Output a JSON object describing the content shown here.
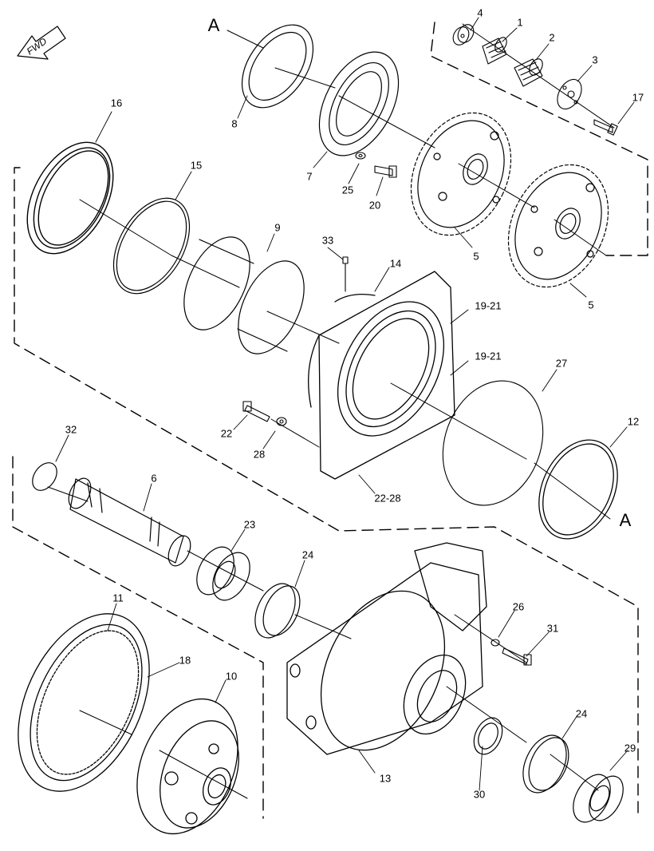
{
  "fwd_label": "FWD",
  "view_marker": "A",
  "view_marker_2": "A",
  "callouts": [
    {
      "id": "c4",
      "text": "4"
    },
    {
      "id": "c1",
      "text": "1"
    },
    {
      "id": "c2",
      "text": "2"
    },
    {
      "id": "c3",
      "text": "3"
    },
    {
      "id": "c17",
      "text": "17"
    },
    {
      "id": "c8",
      "text": "8"
    },
    {
      "id": "c7",
      "text": "7"
    },
    {
      "id": "c25",
      "text": "25"
    },
    {
      "id": "c20",
      "text": "20"
    },
    {
      "id": "c5a",
      "text": "5"
    },
    {
      "id": "c5b",
      "text": "5"
    },
    {
      "id": "c16",
      "text": "16"
    },
    {
      "id": "c15",
      "text": "15"
    },
    {
      "id": "c9",
      "text": "9"
    },
    {
      "id": "c33",
      "text": "33"
    },
    {
      "id": "c14",
      "text": "14"
    },
    {
      "id": "c1921a",
      "text": "19-21"
    },
    {
      "id": "c1921b",
      "text": "19-21"
    },
    {
      "id": "c27",
      "text": "27"
    },
    {
      "id": "c12",
      "text": "12"
    },
    {
      "id": "c22",
      "text": "22"
    },
    {
      "id": "c28",
      "text": "28"
    },
    {
      "id": "c2228",
      "text": "22-28"
    },
    {
      "id": "c32",
      "text": "32"
    },
    {
      "id": "c6",
      "text": "6"
    },
    {
      "id": "c23",
      "text": "23"
    },
    {
      "id": "c24a",
      "text": "24"
    },
    {
      "id": "c26",
      "text": "26"
    },
    {
      "id": "c31",
      "text": "31"
    },
    {
      "id": "c11",
      "text": "11"
    },
    {
      "id": "c18",
      "text": "18"
    },
    {
      "id": "c10",
      "text": "10"
    },
    {
      "id": "c13",
      "text": "13"
    },
    {
      "id": "c24b",
      "text": "24"
    },
    {
      "id": "c29",
      "text": "29"
    },
    {
      "id": "c30",
      "text": "30"
    }
  ]
}
